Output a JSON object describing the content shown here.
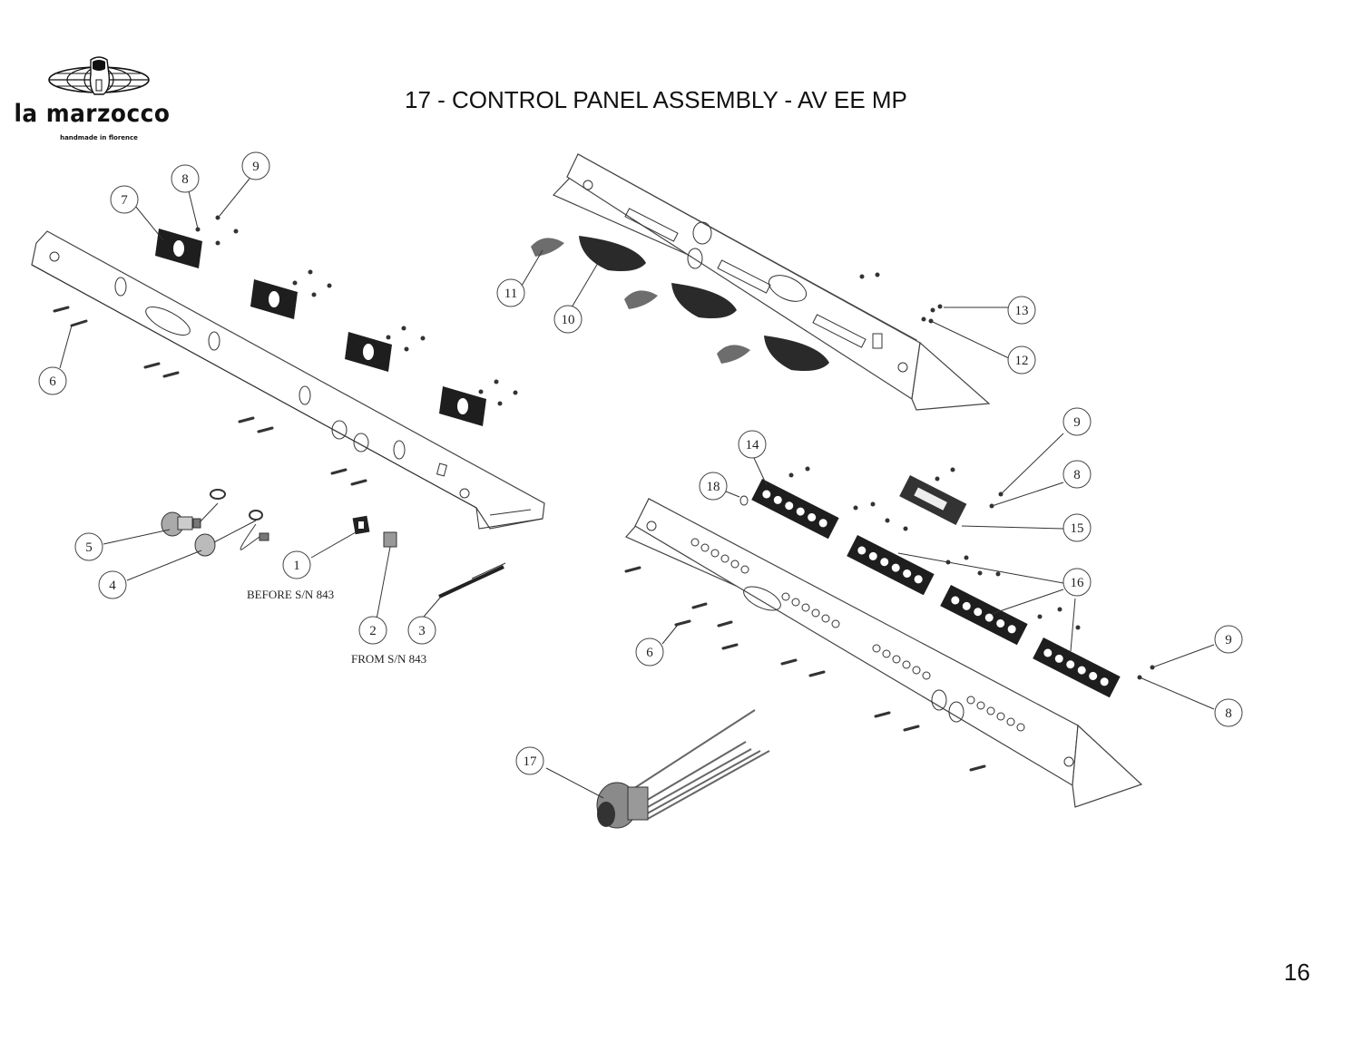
{
  "header": {
    "brand": "la marzocco",
    "tagline": "handmade in florence",
    "title": "17 - CONTROL PANEL ASSEMBLY - AV EE MP"
  },
  "footer": {
    "page_number": "16"
  },
  "callouts": [
    {
      "id": "c1",
      "label": "1"
    },
    {
      "id": "c2",
      "label": "2"
    },
    {
      "id": "c3",
      "label": "3"
    },
    {
      "id": "c4",
      "label": "4"
    },
    {
      "id": "c5",
      "label": "5"
    },
    {
      "id": "c6a",
      "label": "6"
    },
    {
      "id": "c6b",
      "label": "6"
    },
    {
      "id": "c7",
      "label": "7"
    },
    {
      "id": "c8a",
      "label": "8"
    },
    {
      "id": "c8b",
      "label": "8"
    },
    {
      "id": "c8c",
      "label": "8"
    },
    {
      "id": "c9a",
      "label": "9"
    },
    {
      "id": "c9b",
      "label": "9"
    },
    {
      "id": "c9c",
      "label": "9"
    },
    {
      "id": "c10",
      "label": "10"
    },
    {
      "id": "c11",
      "label": "11"
    },
    {
      "id": "c12",
      "label": "12"
    },
    {
      "id": "c13",
      "label": "13"
    },
    {
      "id": "c14",
      "label": "14"
    },
    {
      "id": "c15",
      "label": "15"
    },
    {
      "id": "c16",
      "label": "16"
    },
    {
      "id": "c17",
      "label": "17"
    },
    {
      "id": "c18",
      "label": "18"
    }
  ],
  "notes": {
    "before": "BEFORE S/N 843",
    "from": "FROM S/N 843"
  }
}
